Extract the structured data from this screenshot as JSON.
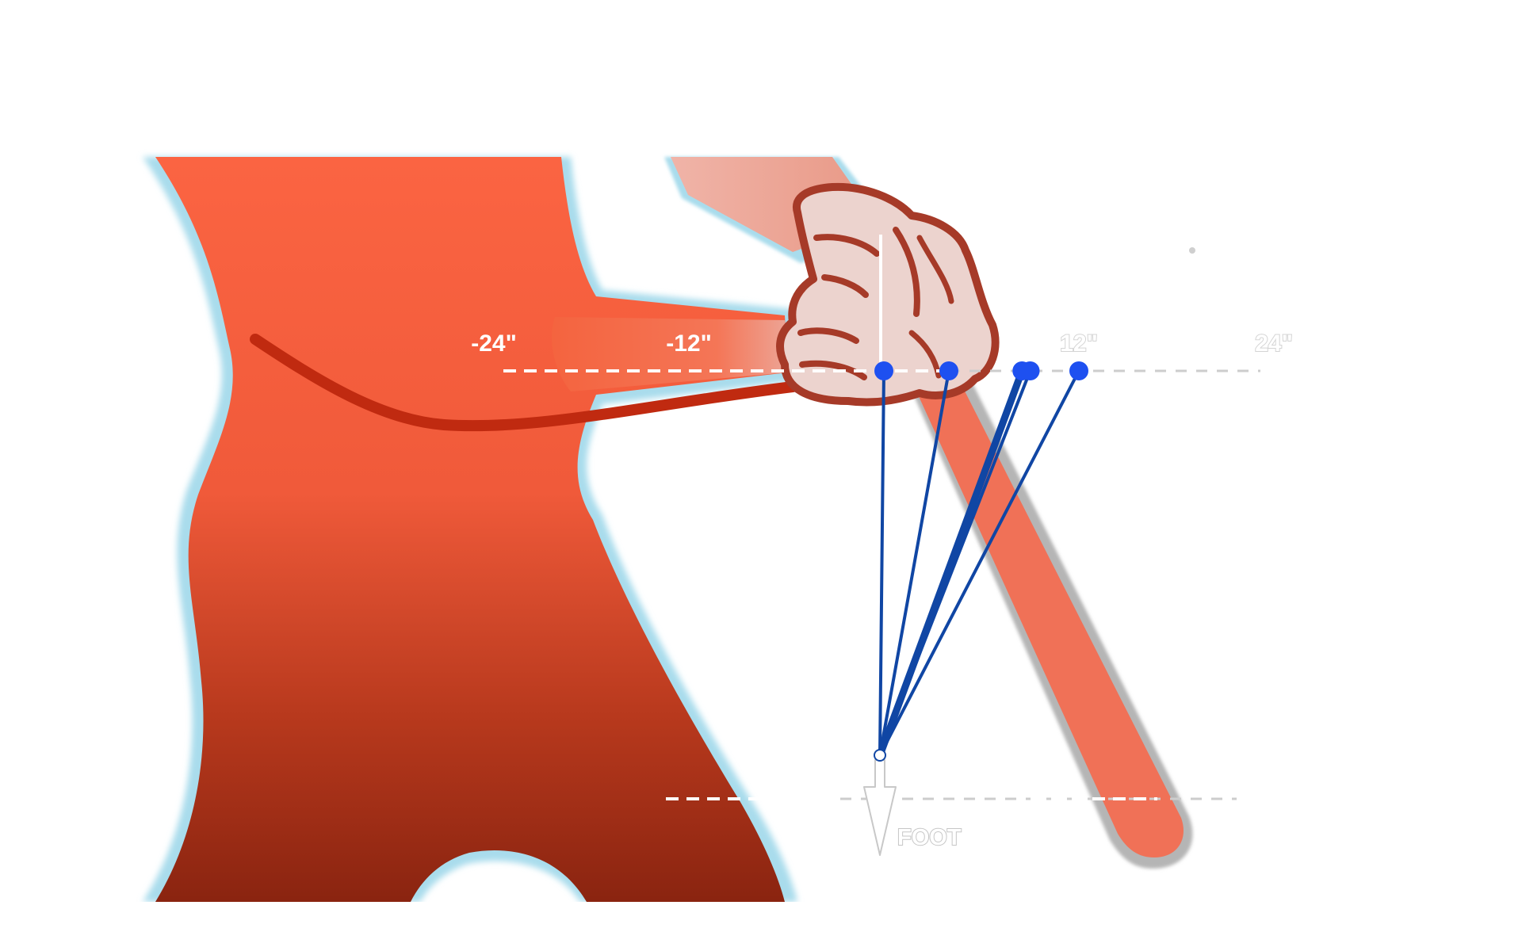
{
  "colors": {
    "background": "#ffffff",
    "body_top": "#fb6442",
    "body_bottom": "#8a2410",
    "outline_glow": "#a9dcec",
    "outline_grey": "#a8a8a8",
    "hand_fill": "#ecd3ce",
    "hand_stroke": "#a63a28",
    "bat": "#f07157",
    "belt": "#c02a10",
    "line_blue": "#1046a4",
    "dot_blue": "#1e50f0",
    "white_line": "#ffffff",
    "grey_dash": "#cdcdcd",
    "grey_label": "#d4d4d4"
  },
  "icons": {
    "foot_marker": "arrow-down-icon",
    "pivot": "circle-icon"
  },
  "scale": {
    "ticks": [
      {
        "value": -24,
        "label": "-24\""
      },
      {
        "value": -12,
        "label": "-12\""
      },
      {
        "value": 12,
        "label": "12\""
      },
      {
        "value": 24,
        "label": "24\""
      }
    ]
  },
  "foot_label": "FOOT",
  "contact_points": [
    {
      "value": 0,
      "emphasis": false
    },
    {
      "value": 4,
      "emphasis": false
    },
    {
      "value": 8.5,
      "emphasis": true
    },
    {
      "value": 9,
      "emphasis": false
    },
    {
      "value": 12,
      "emphasis": false
    }
  ]
}
